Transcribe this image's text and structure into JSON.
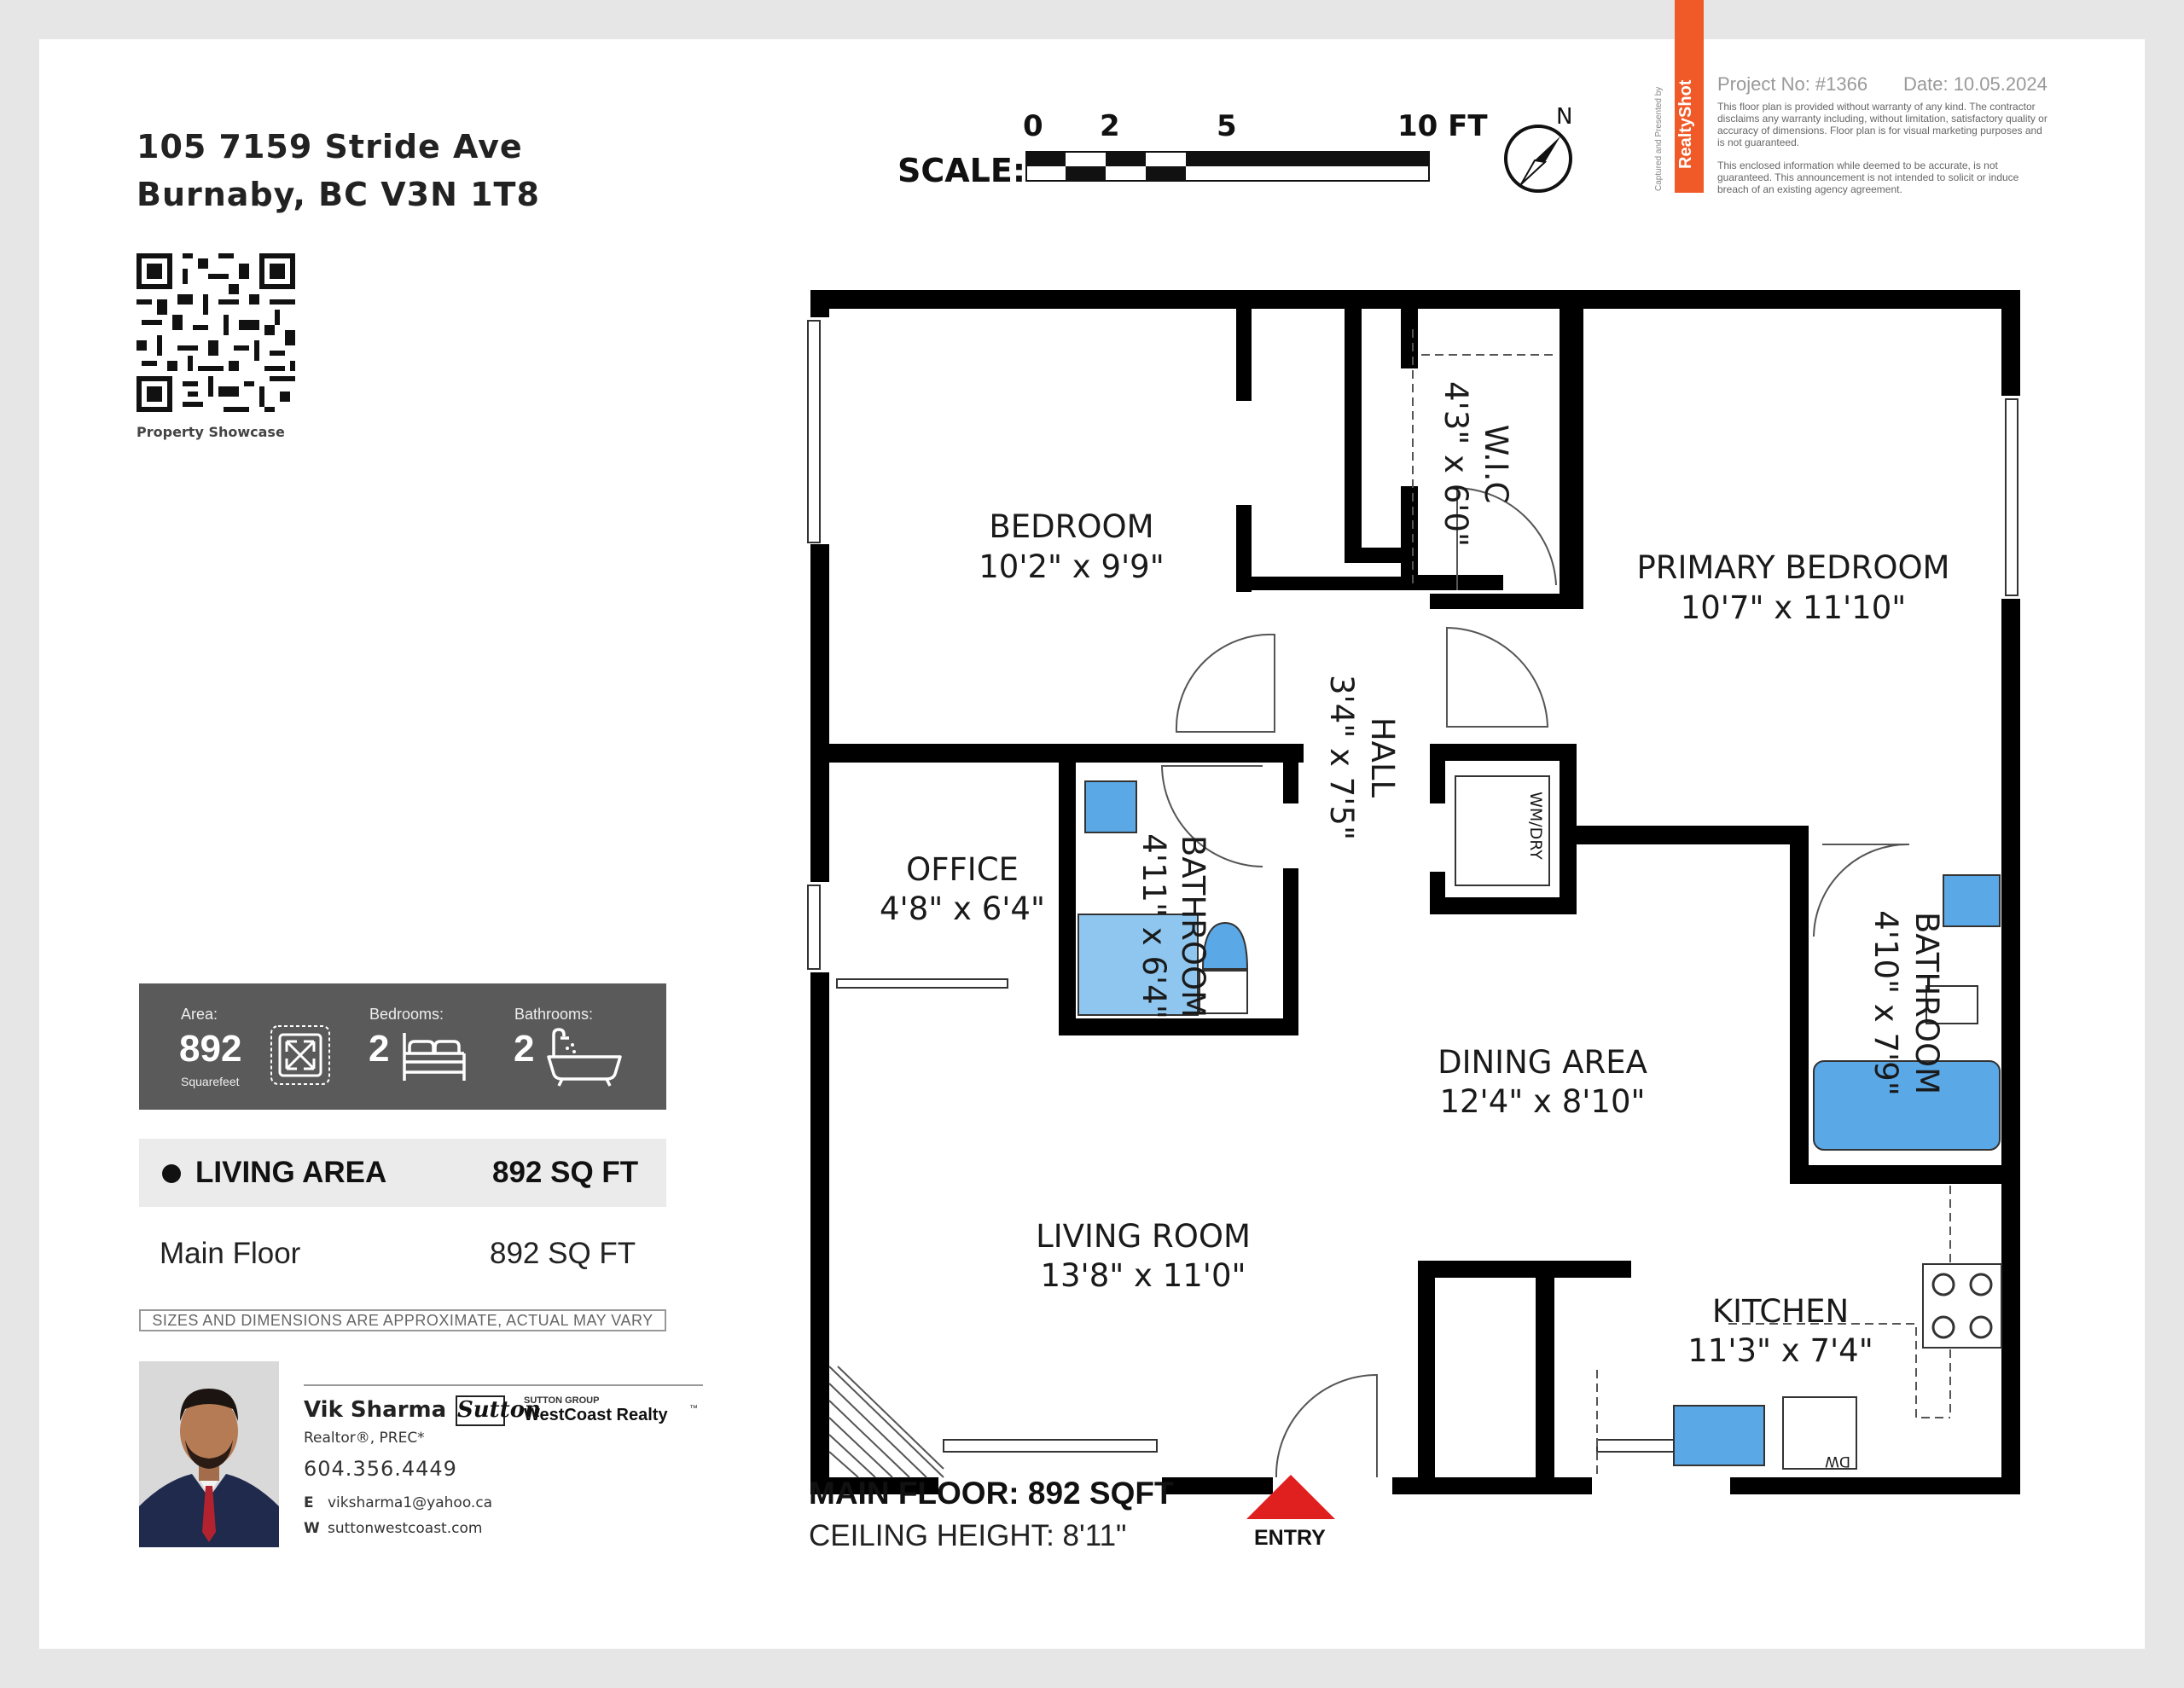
{
  "address": {
    "line1": "105 7159 Stride Ave",
    "line2": "Burnaby, BC V3N 1T8"
  },
  "qr": {
    "caption": "Property Showcase"
  },
  "scale": {
    "label": "SCALE:",
    "ticks": [
      "0",
      "2",
      "5",
      "10 FT"
    ],
    "north": "N"
  },
  "project": {
    "number": "Project No: #1366",
    "date": "Date: 10.05.2024",
    "disclaimer1": "This floor plan is provided without warranty of any kind. The contractor disclaims any warranty including, without limitation, satisfactory quality or accuracy of dimensions. Floor plan is for visual marketing purposes and is not guaranteed.",
    "disclaimer2": "This enclosed information while deemed to be accurate, is not guaranteed. This announcement is not intended to solicit or induce breach of an existing agency agreement.",
    "captured_by": "Captured and Presented by",
    "brand": "RealtyShot",
    "brand_color": "#f05a28"
  },
  "stats": {
    "area_label": "Area:",
    "area_value": "892",
    "area_unit": "Squarefeet",
    "bedrooms_label": "Bedrooms:",
    "bedrooms_value": "2",
    "bathrooms_label": "Bathrooms:",
    "bathrooms_value": "2",
    "icons": [
      "expand-icon",
      "bed-icon",
      "bathtub-icon"
    ]
  },
  "areas": {
    "living_label": "LIVING AREA",
    "living_value": "892 SQ FT",
    "floor_label": "Main Floor",
    "floor_value": "892 SQ FT",
    "note": "SIZES AND DIMENSIONS ARE APPROXIMATE, ACTUAL MAY VARY"
  },
  "agent": {
    "name": "Vik Sharma",
    "title": "Realtor®, PREC*",
    "phone": "604.356.4449",
    "email_prefix": "E",
    "email": "viksharma1@yahoo.ca",
    "web_prefix": "W",
    "web": "suttonwestcoast.com",
    "brokerage_script": "Sutton",
    "brokerage_group": "SUTTON GROUP",
    "brokerage_name": "WestCoast Realty",
    "brokerage_tm": "™"
  },
  "rooms": [
    {
      "name": "BEDROOM",
      "dims": "10'2\" x 9'9\""
    },
    {
      "name": "PRIMARY BEDROOM",
      "dims": "10'7\" x 11'10\""
    },
    {
      "name": "W.I.C",
      "dims": "4'3\" x 6'0\""
    },
    {
      "name": "HALL",
      "dims": "3'4\" x 7'5\""
    },
    {
      "name": "OFFICE",
      "dims": "4'8\" x 6'4\""
    },
    {
      "name": "BATHROOM",
      "dims": "4'11\" x 6'4\""
    },
    {
      "name": "BATHROOM",
      "dims": "4'10\" x 7'9\""
    },
    {
      "name": "DINING AREA",
      "dims": "12'4\" x 8'10\""
    },
    {
      "name": "LIVING ROOM",
      "dims": "13'8\" x 11'0\""
    },
    {
      "name": "KITCHEN",
      "dims": "11'3\" x 7'4\""
    }
  ],
  "fixtures": {
    "laundry": "WM/DRY",
    "dishwasher": "DW"
  },
  "floor": {
    "main": "MAIN FLOOR: 892 SQFT",
    "ceiling": "CEILING HEIGHT: 8'11\"",
    "entry": "ENTRY",
    "entry_color": "#e01f1f"
  },
  "colors": {
    "wall": "#000000",
    "fixture_blue": "#5aa8e6",
    "stats_bg": "#5a5a5a"
  }
}
